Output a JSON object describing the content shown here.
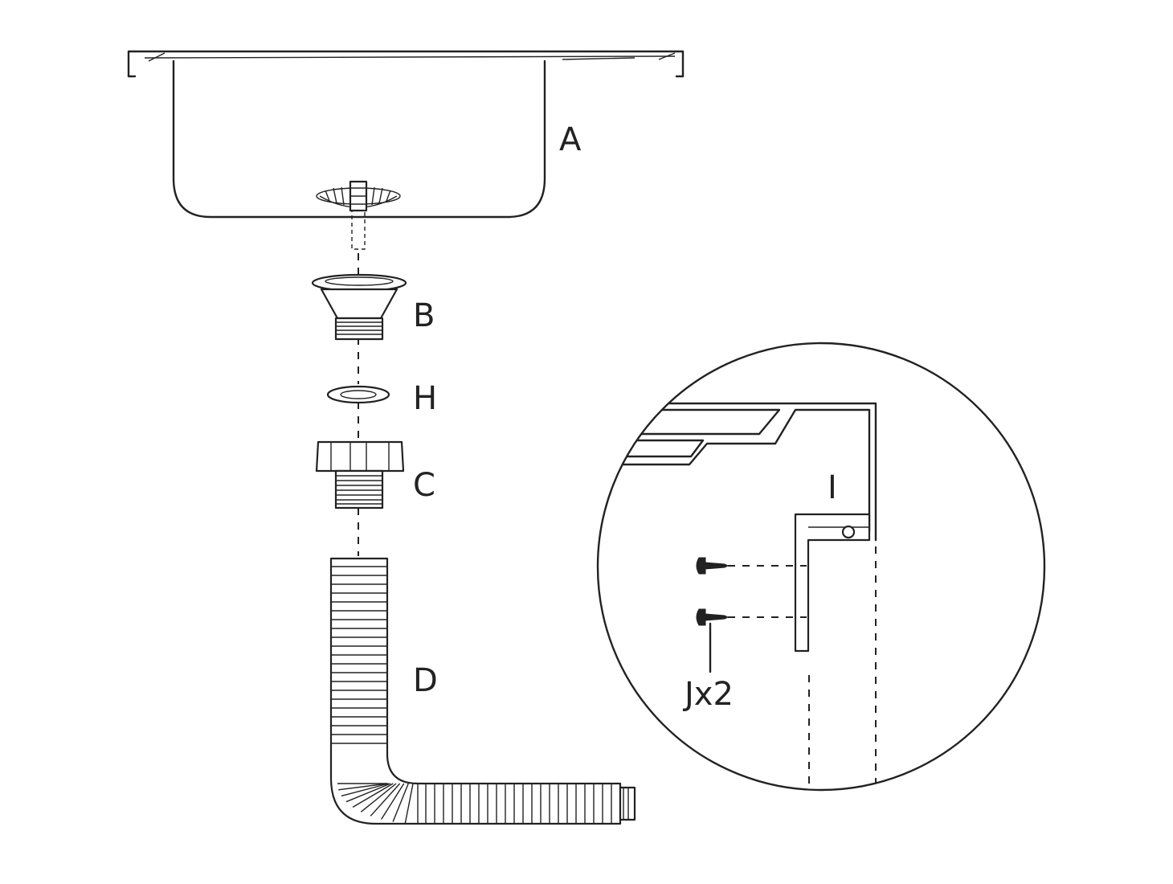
{
  "labels": {
    "sink": "A",
    "strainer": "B",
    "washer": "H",
    "nut": "C",
    "hose": "D",
    "clip": "I",
    "screws": "Jx2"
  },
  "colors": {
    "line": "#222222",
    "background": "#ffffff"
  }
}
